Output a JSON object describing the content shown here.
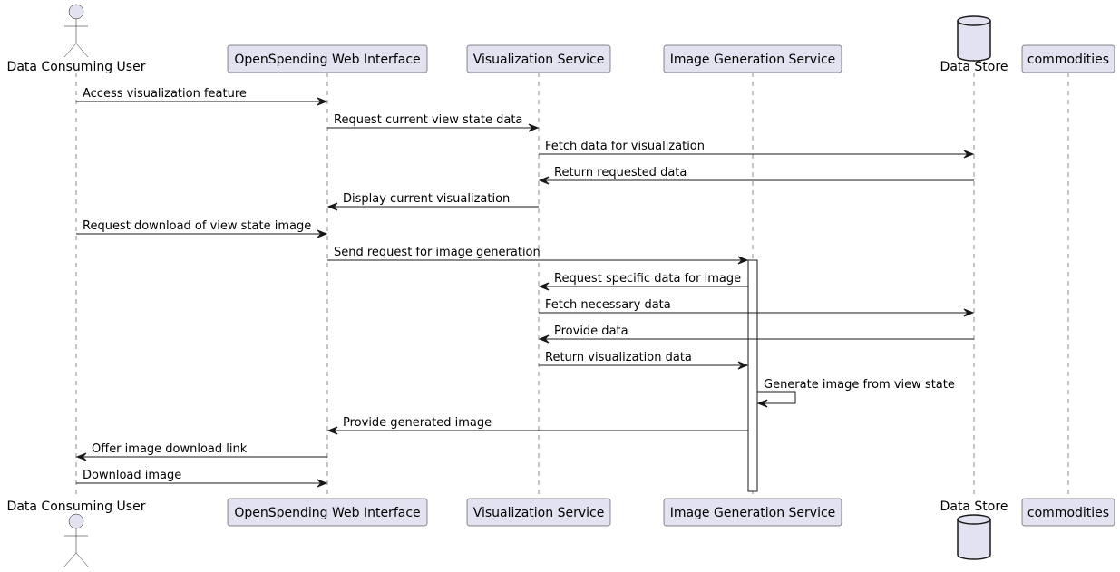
{
  "participants": [
    {
      "id": "user",
      "label": "Data Consuming User",
      "kind": "actor"
    },
    {
      "id": "web",
      "label": "OpenSpending Web Interface",
      "kind": "participant"
    },
    {
      "id": "viz",
      "label": "Visualization Service",
      "kind": "participant"
    },
    {
      "id": "img",
      "label": "Image Generation Service",
      "kind": "participant"
    },
    {
      "id": "store",
      "label": "Data Store",
      "kind": "database"
    },
    {
      "id": "comm",
      "label": "commodities",
      "kind": "participant"
    }
  ],
  "messages": [
    {
      "from": "user",
      "to": "web",
      "label": "Access visualization feature"
    },
    {
      "from": "web",
      "to": "viz",
      "label": "Request current view state data"
    },
    {
      "from": "viz",
      "to": "store",
      "label": "Fetch data for visualization"
    },
    {
      "from": "store",
      "to": "viz",
      "label": "Return requested data"
    },
    {
      "from": "viz",
      "to": "web",
      "label": "Display current visualization"
    },
    {
      "from": "user",
      "to": "web",
      "label": "Request download of view state image"
    },
    {
      "from": "web",
      "to": "img",
      "label": "Send request for image generation"
    },
    {
      "from": "img",
      "to": "viz",
      "label": "Request specific data for image"
    },
    {
      "from": "viz",
      "to": "store",
      "label": "Fetch necessary data"
    },
    {
      "from": "store",
      "to": "viz",
      "label": "Provide data"
    },
    {
      "from": "viz",
      "to": "img",
      "label": "Return visualization data"
    },
    {
      "from": "img",
      "to": "img",
      "label": "Generate image from view state"
    },
    {
      "from": "img",
      "to": "web",
      "label": "Provide generated image"
    },
    {
      "from": "web",
      "to": "user",
      "label": "Offer image download link"
    },
    {
      "from": "user",
      "to": "web",
      "label": "Download image"
    }
  ],
  "colors": {
    "participant_fill": "#E2E2F0",
    "line": "#181818",
    "text": "#000000"
  }
}
